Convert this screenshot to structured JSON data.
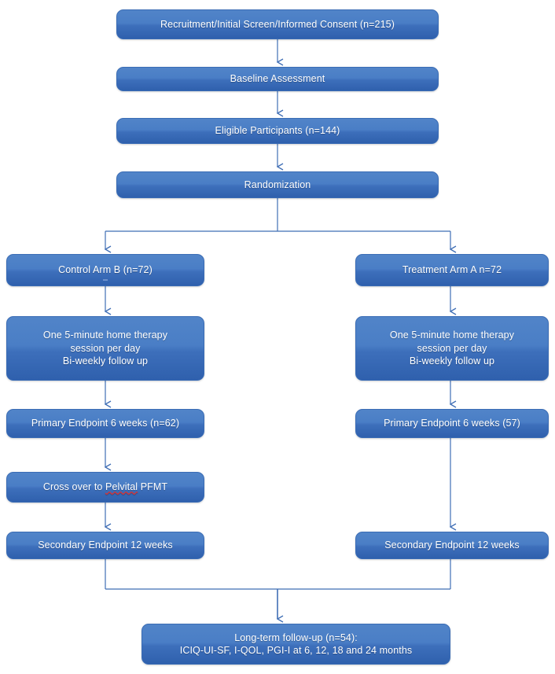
{
  "diagram": {
    "title": "Clinical trial CONSORT-style participant flow diagram",
    "accent_color": "#3d6fbb",
    "connector_color": "#3f6eb5",
    "text_color": "#ffffff",
    "background_color": "#ffffff"
  },
  "nodes": {
    "recruitment": {
      "text": "Recruitment/Initial Screen/Informed Consent (n=215)"
    },
    "baseline": {
      "text": "Baseline Assessment"
    },
    "eligible": {
      "text": "Eligible Participants (n=144)"
    },
    "randomization": {
      "text": "Randomization"
    },
    "control_arm": {
      "text": "Control Arm B (n=72)"
    },
    "treatment_arm": {
      "text": "Treatment Arm A  n=72"
    },
    "control_therapy": {
      "line1": "One 5-minute home therapy",
      "line2": "session per day",
      "line3": "Bi-weekly follow up"
    },
    "treatment_therapy": {
      "line1": "One 5-minute home therapy",
      "line2": "session per day",
      "line3": "Bi-weekly follow up"
    },
    "control_primary": {
      "text": "Primary Endpoint 6 weeks (n=62)"
    },
    "treatment_primary": {
      "text": "Primary Endpoint 6 weeks (57)"
    },
    "crossover": {
      "prefix": "Cross over to ",
      "misspelled_word": "Pelvital",
      "suffix": " PFMT"
    },
    "control_secondary": {
      "text": "Secondary Endpoint 12 weeks"
    },
    "treatment_secondary": {
      "text": "Secondary Endpoint 12 weeks"
    },
    "longterm": {
      "line1": "Long-term follow-up (n=54):",
      "line2": "ICIQ-UI-SF, I-QOL, PGI-I at 6, 12, 18 and 24 months"
    }
  }
}
